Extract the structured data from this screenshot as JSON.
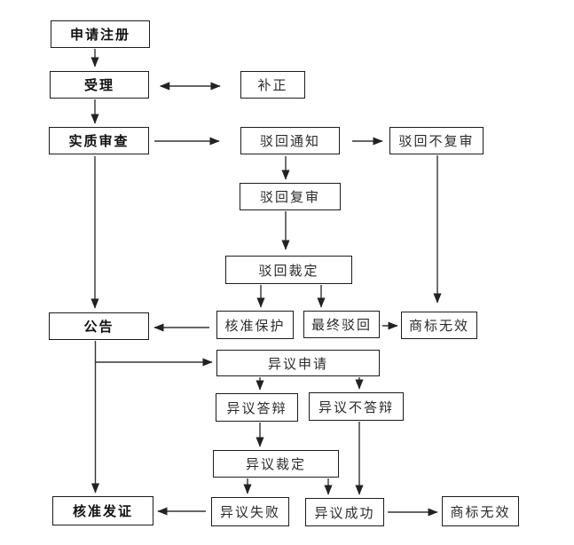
{
  "diagram": {
    "type": "flowchart",
    "language": "zh-CN",
    "background_color": "#ffffff",
    "box_border_color": "#1c1c1c",
    "line_color": "#333333",
    "text_color": "#2b2b2b"
  },
  "nodes": {
    "apply": {
      "label": "申请注册",
      "emphasis": "bold"
    },
    "accept": {
      "label": "受理",
      "emphasis": "bold"
    },
    "supplement": {
      "label": "补正",
      "emphasis": "normal"
    },
    "substantive_exam": {
      "label": "实质审查",
      "emphasis": "bold"
    },
    "rejection_notice": {
      "label": "驳回通知",
      "emphasis": "normal"
    },
    "rejection_no_review": {
      "label": "驳回不复审",
      "emphasis": "normal"
    },
    "rejection_review": {
      "label": "驳回复审",
      "emphasis": "normal"
    },
    "rejection_ruling": {
      "label": "驳回裁定",
      "emphasis": "normal"
    },
    "approve_protection": {
      "label": "核准保护",
      "emphasis": "normal"
    },
    "final_rejection": {
      "label": "最终驳回",
      "emphasis": "normal"
    },
    "trademark_invalid_top": {
      "label": "商标无效",
      "emphasis": "normal"
    },
    "announcement": {
      "label": "公告",
      "emphasis": "bold"
    },
    "opposition_apply": {
      "label": "异议申请",
      "emphasis": "normal"
    },
    "opposition_defense": {
      "label": "异议答辩",
      "emphasis": "normal"
    },
    "opposition_no_defense": {
      "label": "异议不答辩",
      "emphasis": "normal"
    },
    "opposition_ruling": {
      "label": "异议裁定",
      "emphasis": "normal"
    },
    "opposition_fail": {
      "label": "异议失败",
      "emphasis": "normal"
    },
    "opposition_success": {
      "label": "异议成功",
      "emphasis": "normal"
    },
    "approve_certificate": {
      "label": "核准发证",
      "emphasis": "bold"
    },
    "trademark_invalid_bottom": {
      "label": "商标无效",
      "emphasis": "normal"
    }
  },
  "edges": [
    {
      "from": "apply",
      "to": "accept",
      "style": "arrow"
    },
    {
      "from": "accept",
      "to": "supplement",
      "style": "double-arrow"
    },
    {
      "from": "accept",
      "to": "substantive_exam",
      "style": "arrow"
    },
    {
      "from": "substantive_exam",
      "to": "rejection_notice",
      "style": "arrow"
    },
    {
      "from": "substantive_exam",
      "to": "announcement",
      "style": "arrow"
    },
    {
      "from": "rejection_notice",
      "to": "rejection_no_review",
      "style": "arrow"
    },
    {
      "from": "rejection_notice",
      "to": "rejection_review",
      "style": "arrow"
    },
    {
      "from": "rejection_review",
      "to": "rejection_ruling",
      "style": "arrow"
    },
    {
      "from": "rejection_no_review",
      "to": "trademark_invalid_top",
      "style": "arrow"
    },
    {
      "from": "rejection_ruling",
      "to": "approve_protection",
      "style": "arrow"
    },
    {
      "from": "rejection_ruling",
      "to": "final_rejection",
      "style": "arrow"
    },
    {
      "from": "final_rejection",
      "to": "trademark_invalid_top",
      "style": "arrow"
    },
    {
      "from": "approve_protection",
      "to": "announcement",
      "style": "arrow"
    },
    {
      "from": "announcement",
      "to": "opposition_apply",
      "style": "arrow"
    },
    {
      "from": "announcement",
      "to": "approve_certificate",
      "style": "arrow"
    },
    {
      "from": "opposition_apply",
      "to": "opposition_defense",
      "style": "arrow"
    },
    {
      "from": "opposition_apply",
      "to": "opposition_no_defense",
      "style": "arrow"
    },
    {
      "from": "opposition_defense",
      "to": "opposition_ruling",
      "style": "arrow"
    },
    {
      "from": "opposition_ruling",
      "to": "opposition_fail",
      "style": "arrow"
    },
    {
      "from": "opposition_ruling",
      "to": "opposition_success",
      "style": "arrow"
    },
    {
      "from": "opposition_no_defense",
      "to": "opposition_success",
      "style": "arrow"
    },
    {
      "from": "opposition_fail",
      "to": "approve_certificate",
      "style": "arrow"
    },
    {
      "from": "opposition_success",
      "to": "trademark_invalid_bottom",
      "style": "arrow"
    }
  ]
}
